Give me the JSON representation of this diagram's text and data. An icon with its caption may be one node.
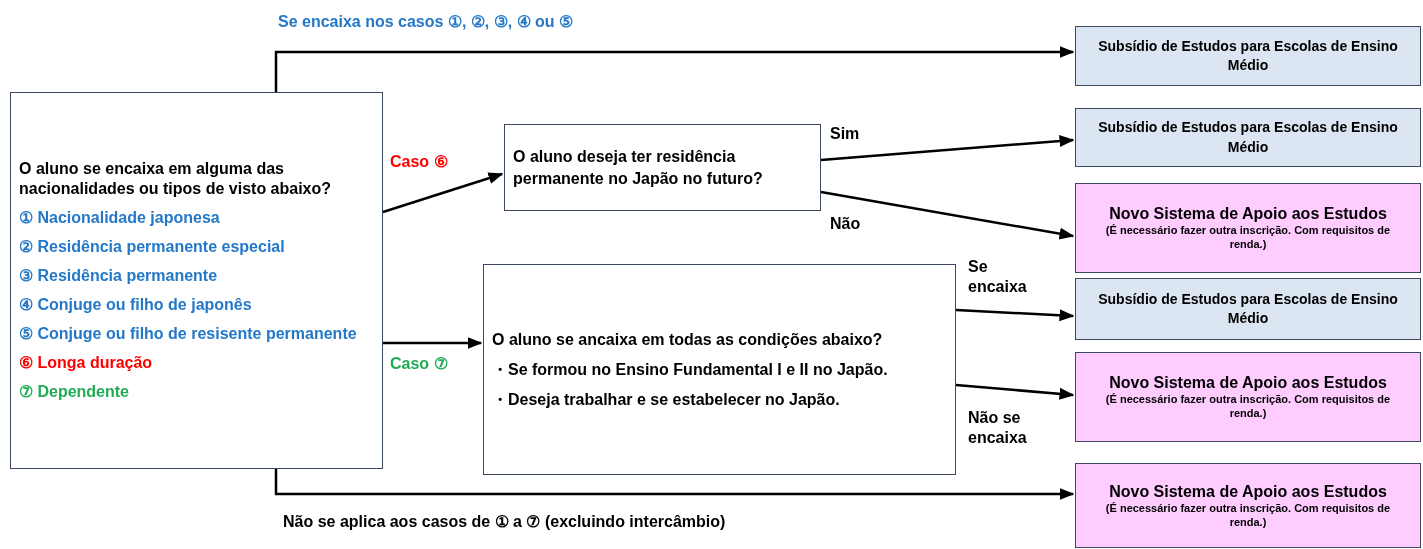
{
  "diagram": {
    "nodes": [
      {
        "text": [
          "O aluno se encaixa em alguma das nacionalidades ou tipos de visto abaixo?",
          "① Nacionalidade japonesa",
          "② Residência permanente especial",
          "③ Residência permanente",
          "④ Conjuge ou filho de japonês",
          "⑤ Conjuge ou filho de resisente permanente",
          "⑥ Longa duração",
          "⑦ Dependente"
        ]
      },
      {
        "text": [
          "O aluno deseja ter residência permanente no Japão no futuro?"
        ]
      },
      {
        "text": [
          "O aluno se ancaixa em todas as condições abaixo?",
          "・Se formou no Ensino Fundamental I e II no Japão.",
          "・Deseja trabalhar e se estabelecer no Japão."
        ]
      },
      {
        "text": [
          "Subsídio de Estudos para Escolas de Ensino Médio"
        ]
      },
      {
        "text": [
          "Subsídio de Estudos para Escolas de Ensino Médio"
        ]
      },
      {
        "text": [
          "Novo Sistema de Apoio aos Estudos",
          "(É necessário fazer outra inscrição. Com requisitos de renda.)"
        ]
      },
      {
        "text": [
          "Subsídio de Estudos para Escolas de Ensino Médio"
        ]
      },
      {
        "text": [
          "Novo Sistema de Apoio aos Estudos",
          "(É necessário fazer outra inscrição. Com requisitos de renda.)"
        ]
      },
      {
        "text": [
          "Novo Sistema de Apoio aos Estudos",
          "(É necessário fazer outra inscrição. Com requisitos de renda.)"
        ]
      }
    ],
    "edges": [
      {
        "from": 0,
        "to": 3,
        "arrow": "to",
        "label": "Se encaixa nos casos ①, ②, ③, ④ ou ⑤"
      },
      {
        "from": 0,
        "to": 1,
        "arrow": "to",
        "label": "Caso ⑥"
      },
      {
        "from": 0,
        "to": 2,
        "arrow": "to",
        "label": "Caso ⑦"
      },
      {
        "from": 1,
        "to": 4,
        "arrow": "to",
        "label": "Sim"
      },
      {
        "from": 1,
        "to": 5,
        "arrow": "to",
        "label": "Não"
      },
      {
        "from": 2,
        "to": 6,
        "arrow": "to",
        "label": "Se encaixa"
      },
      {
        "from": 2,
        "to": 7,
        "arrow": "to",
        "label": "Não se encaixa"
      },
      {
        "from": 0,
        "to": 8,
        "arrow": "to",
        "label": "Não se aplica aos casos de ① a ⑦ (excluindo intercâmbio)"
      }
    ]
  }
}
